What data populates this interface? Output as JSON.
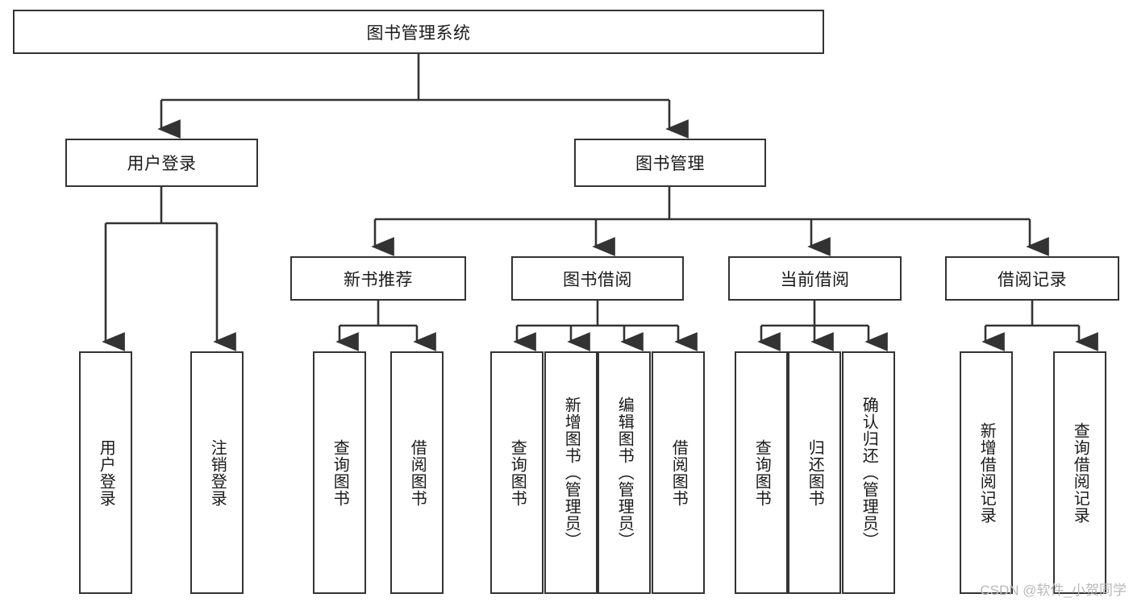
{
  "diagram": {
    "title": "图书管理系统",
    "type": "function-hierarchy-tree",
    "root": {
      "label": "图书管理系统"
    },
    "level2": [
      {
        "label": "用户登录"
      },
      {
        "label": "图书管理"
      }
    ],
    "level3": [
      {
        "label": "新书推荐",
        "parent": "图书管理"
      },
      {
        "label": "图书借阅",
        "parent": "图书管理"
      },
      {
        "label": "当前借阅",
        "parent": "图书管理"
      },
      {
        "label": "借阅记录",
        "parent": "图书管理"
      }
    ],
    "leaves": {
      "user_login": [
        {
          "label": "用户登录"
        },
        {
          "label": "注销登录"
        }
      ],
      "new_book_recommend": [
        {
          "label": "查询图书"
        },
        {
          "label": "借阅图书"
        }
      ],
      "book_borrow": [
        {
          "label": "查询图书"
        },
        {
          "label": "新增图书（管理员）"
        },
        {
          "label": "编辑图书（管理员）"
        },
        {
          "label": "借阅图书"
        }
      ],
      "current_borrow": [
        {
          "label": "查询图书"
        },
        {
          "label": "归还图书"
        },
        {
          "label": "确认归还（管理员）"
        }
      ],
      "borrow_record": [
        {
          "label": "新增借阅记录"
        },
        {
          "label": "查询借阅记录"
        }
      ]
    }
  },
  "watermark": {
    "text": "CSDN @软件_小贺同学"
  },
  "colors": {
    "border": "#333333",
    "background": "#ffffff",
    "text": "#1a1a1a",
    "watermark": "#b8b8b8"
  }
}
